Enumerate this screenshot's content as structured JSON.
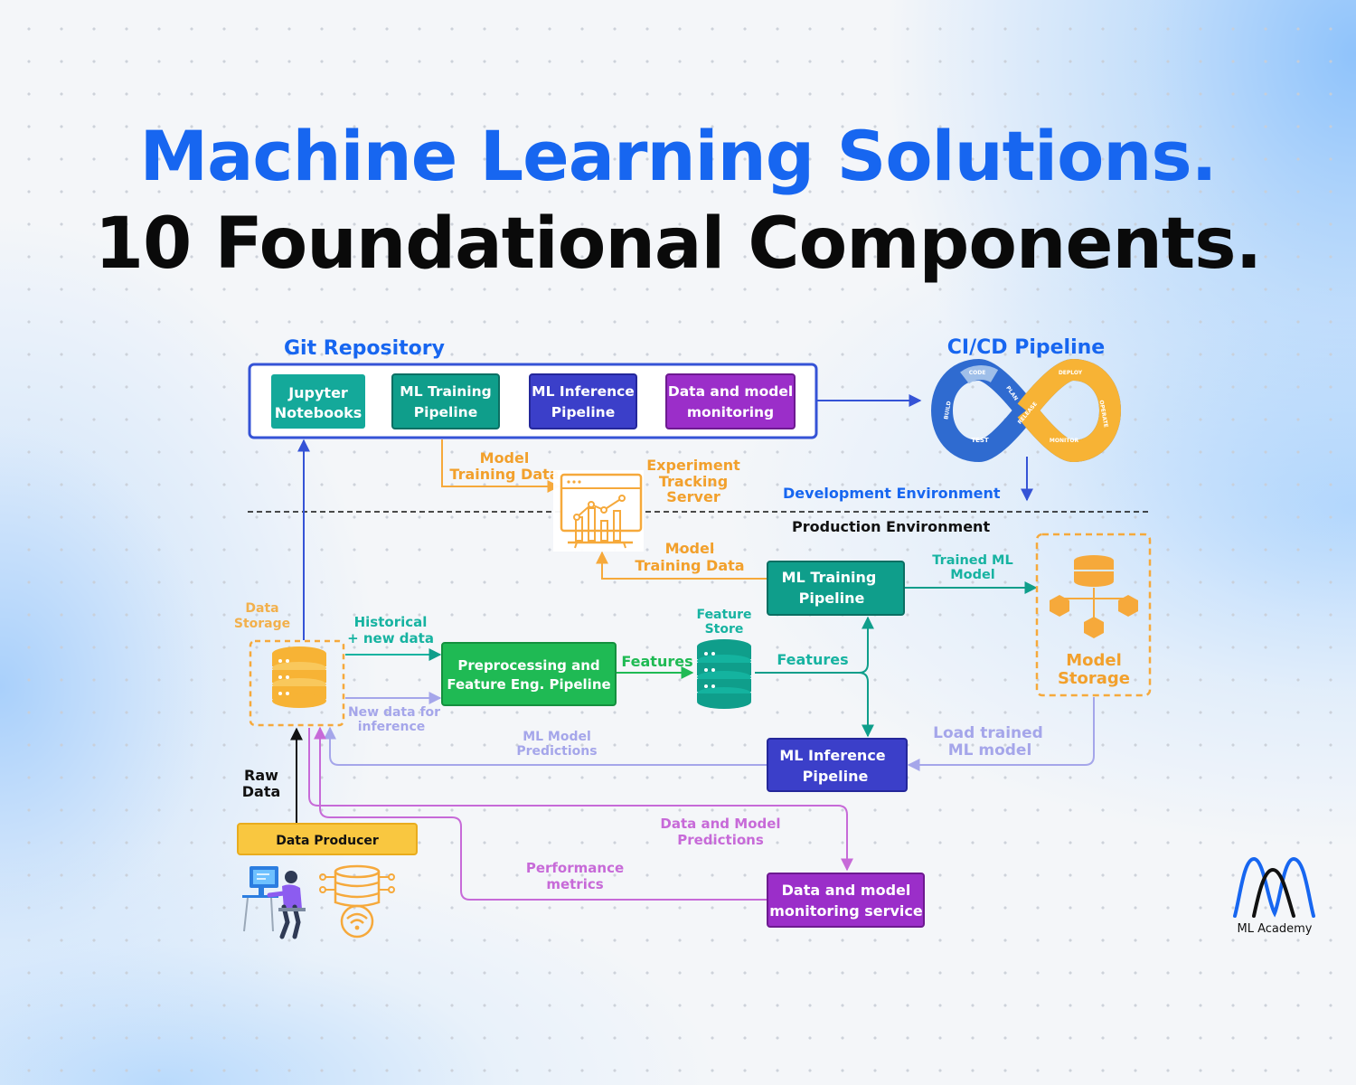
{
  "title": {
    "line1": "Machine Learning Solutions.",
    "line2": "10 Foundational Components."
  },
  "git_repo": {
    "label": "Git Repository",
    "jupyter": [
      "Jupyter",
      "Notebooks"
    ],
    "ml_training": [
      "ML Training",
      "Pipeline"
    ],
    "ml_inference": [
      "ML Inference",
      "Pipeline"
    ],
    "monitoring": [
      "Data and model",
      "monitoring"
    ]
  },
  "cicd": {
    "label": "CI/CD Pipeline",
    "stages": [
      "CODE",
      "BUILD",
      "TEST",
      "PLAN",
      "RELEASE",
      "DEPLOY",
      "OPERATE",
      "MONITOR"
    ]
  },
  "environments": {
    "development": "Development Environment",
    "production": "Production Environment"
  },
  "labels": {
    "model_training_data_top": [
      "Model",
      "Training Data"
    ],
    "experiment_tracking": [
      "Experiment",
      "Tracking",
      "Server"
    ],
    "model_training_data_bottom": [
      "Model",
      "Training Data"
    ],
    "trained_ml_model": [
      "Trained ML",
      "Model"
    ],
    "data_storage": [
      "Data",
      "Storage"
    ],
    "historical_new_data": [
      "Historical",
      "+ new data"
    ],
    "new_data_inference": [
      "New data for",
      "inference"
    ],
    "features_1": "Features",
    "features_2": "Features",
    "feature_store": [
      "Feature",
      "Store"
    ],
    "load_trained_model": [
      "Load trained",
      "ML model"
    ],
    "ml_model_predictions": [
      "ML Model",
      "Predictions"
    ],
    "raw_data": [
      "Raw",
      "Data"
    ],
    "data_model_predictions": [
      "Data and Model",
      "Predictions"
    ],
    "performance_metrics": [
      "Performance",
      "metrics"
    ]
  },
  "boxes": {
    "ml_training": [
      "ML Training",
      "Pipeline"
    ],
    "preprocessing": [
      "Preprocessing and",
      "Feature Eng. Pipeline"
    ],
    "ml_inference": [
      "ML Inference",
      "Pipeline"
    ],
    "monitoring_service": [
      "Data and model",
      "monitoring service"
    ],
    "data_producer": "Data Producer",
    "model_storage": [
      "Model",
      "Storage"
    ]
  },
  "logo": {
    "name": "ML Academy"
  },
  "colors": {
    "title_blue": "#1766f0",
    "git_border": "#3553d6",
    "teal": "#0f9e8b",
    "indigo": "#3b3fc9",
    "purple": "#9b2ec9",
    "orange": "#f6a93b",
    "green": "#1fba54",
    "violet_line": "#a5a6ea",
    "magenta_line": "#c76ad8",
    "yellow": "#f9c740"
  }
}
